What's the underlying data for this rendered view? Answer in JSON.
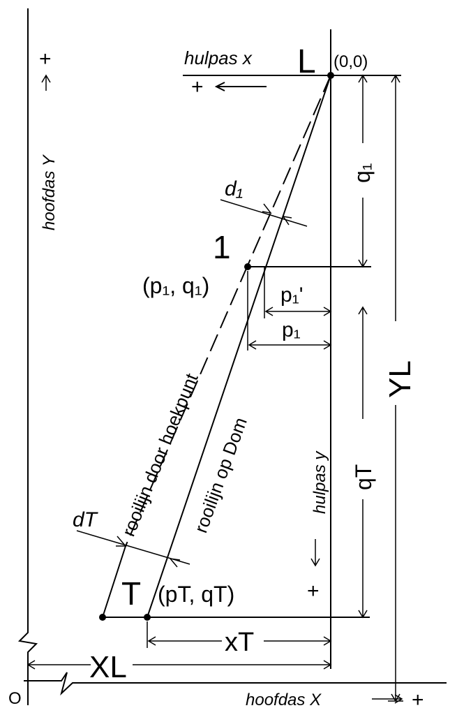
{
  "labels": {
    "main_y_axis": "hoofdas Y",
    "main_x_axis": "hoofdas X",
    "aux_x_axis": "hulpas x",
    "aux_y_axis": "hulpas y",
    "plus": "+",
    "origin": "O",
    "point_L": "L",
    "point_L_coords": "(0,0)",
    "point_1": "1",
    "point_1_coords": "(p₁, q₁)",
    "point_T": "T",
    "point_T_coords": "(pT, qT)",
    "line_dom": "rooilijn op Dom",
    "line_corner": "rooilijn door hoekpunt",
    "d1": "d₁",
    "dT": "dT",
    "q1": "q₁",
    "qT": "qT",
    "p1_prime": "p₁'",
    "p1": "p₁",
    "xT": "xT",
    "XL": "XL",
    "YL": "YL"
  }
}
